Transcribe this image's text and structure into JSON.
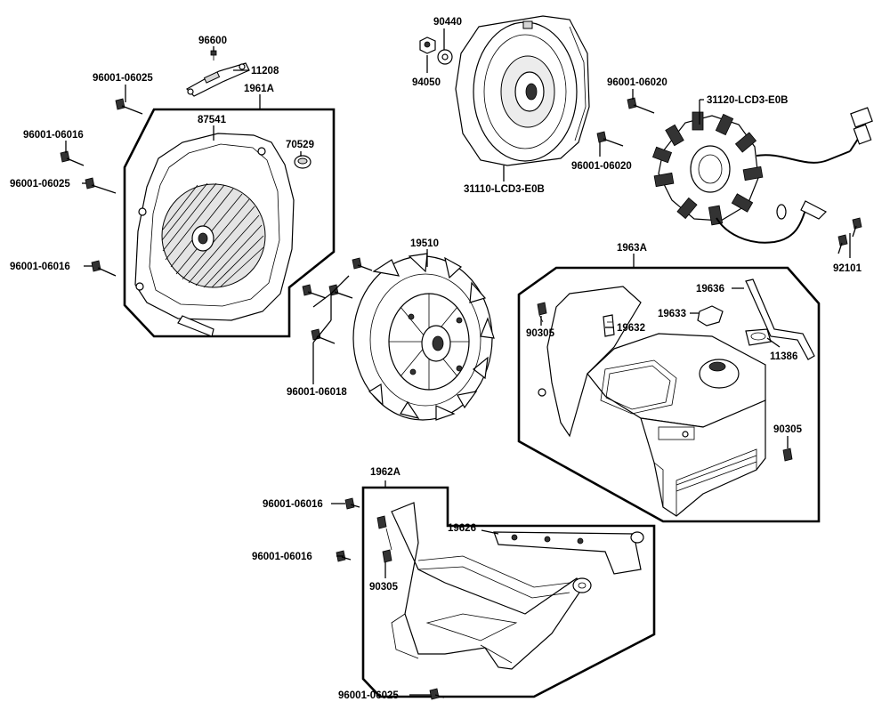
{
  "diagram": {
    "labels": {
      "p96600": "96600",
      "p11208": "11208",
      "p96001_06025_a": "96001-06025",
      "p1961A": "1961A",
      "p96001_06016_a": "96001-06016",
      "p87541": "87541",
      "p70529": "70529",
      "p96001_06025_b": "96001-06025",
      "p96001_06016_b": "96001-06016",
      "p90440": "90440",
      "p94050": "94050",
      "p31110": "31110-LCD3-E0B",
      "p96001_06020_a": "96001-06020",
      "p31120": "31120-LCD3-E0B",
      "p96001_06020_b": "96001-06020",
      "p92101": "92101",
      "p19510": "19510",
      "p96001_06018": "96001-06018",
      "p1963A": "1963A",
      "p19636": "19636",
      "p19633": "19633",
      "p90305_a": "90305",
      "p19632": "19632",
      "p11386": "11386",
      "p90305_b": "90305",
      "p1962A": "1962A",
      "p96001_06016_c": "96001-06016",
      "p19626": "19626",
      "p96001_06016_d": "96001-06016",
      "p90305_c": "90305",
      "p96001_06025_c": "96001-06025"
    }
  }
}
